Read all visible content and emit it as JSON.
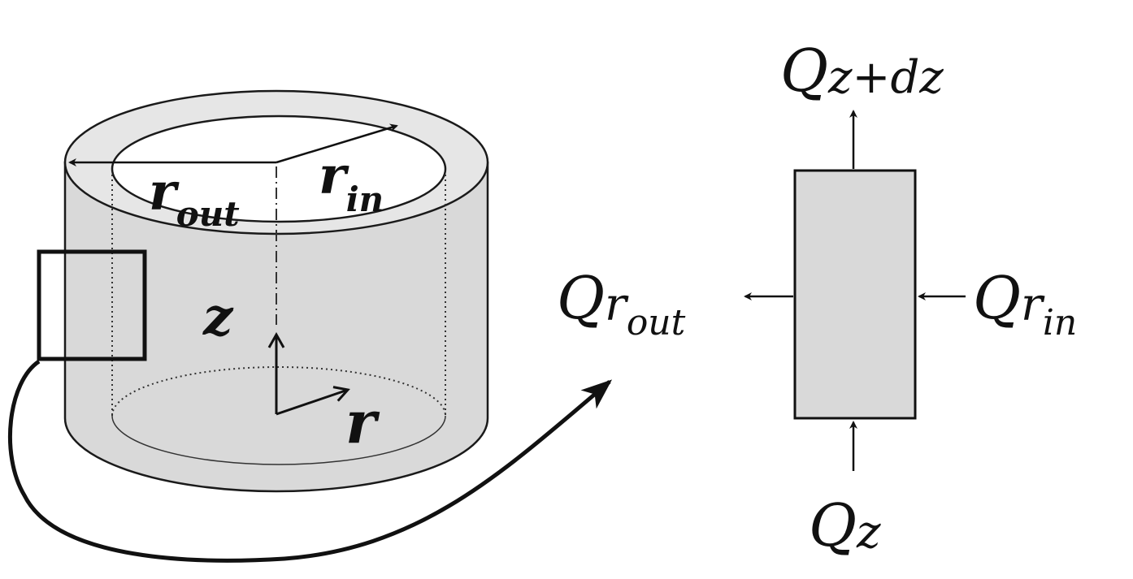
{
  "diagram": {
    "cylinder": {
      "labels": {
        "r_out": {
          "base": "r",
          "sub": "out"
        },
        "r_in": {
          "base": "r",
          "sub": "in"
        },
        "z": "z",
        "r": "r"
      },
      "fill_color": "#d9d9d9",
      "top_ring_color": "#e6e6e6"
    },
    "element": {
      "fill_color": "#d9d9d9",
      "labels": {
        "q_top": {
          "base": "Q",
          "sub": "z+dz"
        },
        "q_bottom": {
          "base": "Q",
          "sub": "z"
        },
        "q_left": {
          "base": "Q",
          "sub": "r",
          "subsub": "out"
        },
        "q_right": {
          "base": "Q",
          "sub": "r",
          "subsub": "in"
        }
      }
    }
  }
}
